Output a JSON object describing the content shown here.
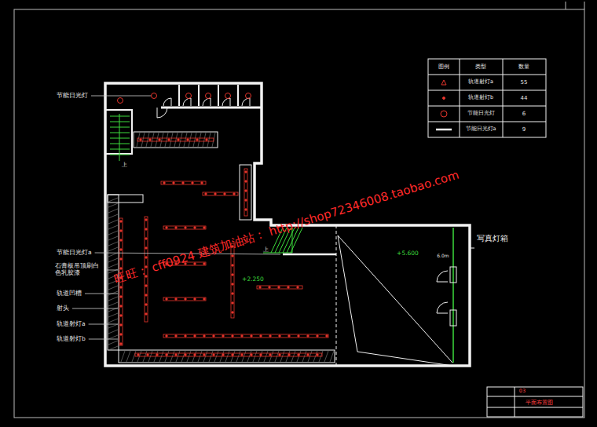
{
  "diagram": {
    "labels": [
      "节能日光灯",
      "节能日光灯a",
      "石膏板吊顶刷白色乳胶漆",
      "轨道凹槽",
      "射头",
      "轨道射灯a",
      "轨道射灯b",
      "上",
      "上",
      "+2.250",
      "+5.600",
      "6.0m",
      "写真灯箱",
      "图例",
      "类型",
      "数量",
      "55",
      "44",
      "6",
      "9",
      "旺旺： cff0924  建筑加油站： http://shop72346008.taobao.com",
      "03",
      "平面布置图"
    ],
    "legend": [
      {
        "text": "轨道射灯a"
      },
      {
        "text": "轨道射灯b"
      },
      {
        "text": "节能日光灯"
      },
      {
        "text": "节能日光灯a"
      }
    ]
  }
}
